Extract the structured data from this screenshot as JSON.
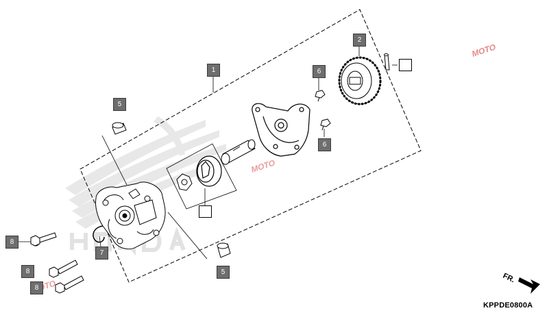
{
  "diagram": {
    "callouts": [
      {
        "id": "callout-1",
        "label": "1"
      },
      {
        "id": "callout-2",
        "label": "2"
      },
      {
        "id": "callout-5-top",
        "label": "5"
      },
      {
        "id": "callout-5-bottom",
        "label": "5"
      },
      {
        "id": "callout-6-top",
        "label": "6"
      },
      {
        "id": "callout-6-bottom",
        "label": "6"
      },
      {
        "id": "callout-7",
        "label": "7"
      },
      {
        "id": "callout-8-top",
        "label": "8"
      },
      {
        "id": "callout-8-middle",
        "label": "8"
      },
      {
        "id": "callout-8-bottom",
        "label": "8"
      }
    ],
    "direction_label": "FR.",
    "figure_code": "KPPDE0800A",
    "watermark_text": "MOTO",
    "colors": {
      "line": "#000000",
      "tag_fill": "#6e6e6e",
      "watermark": "#e4e4e4",
      "watermark_red": "#d23a3a",
      "watermark_blue": "#4a78c8"
    }
  }
}
